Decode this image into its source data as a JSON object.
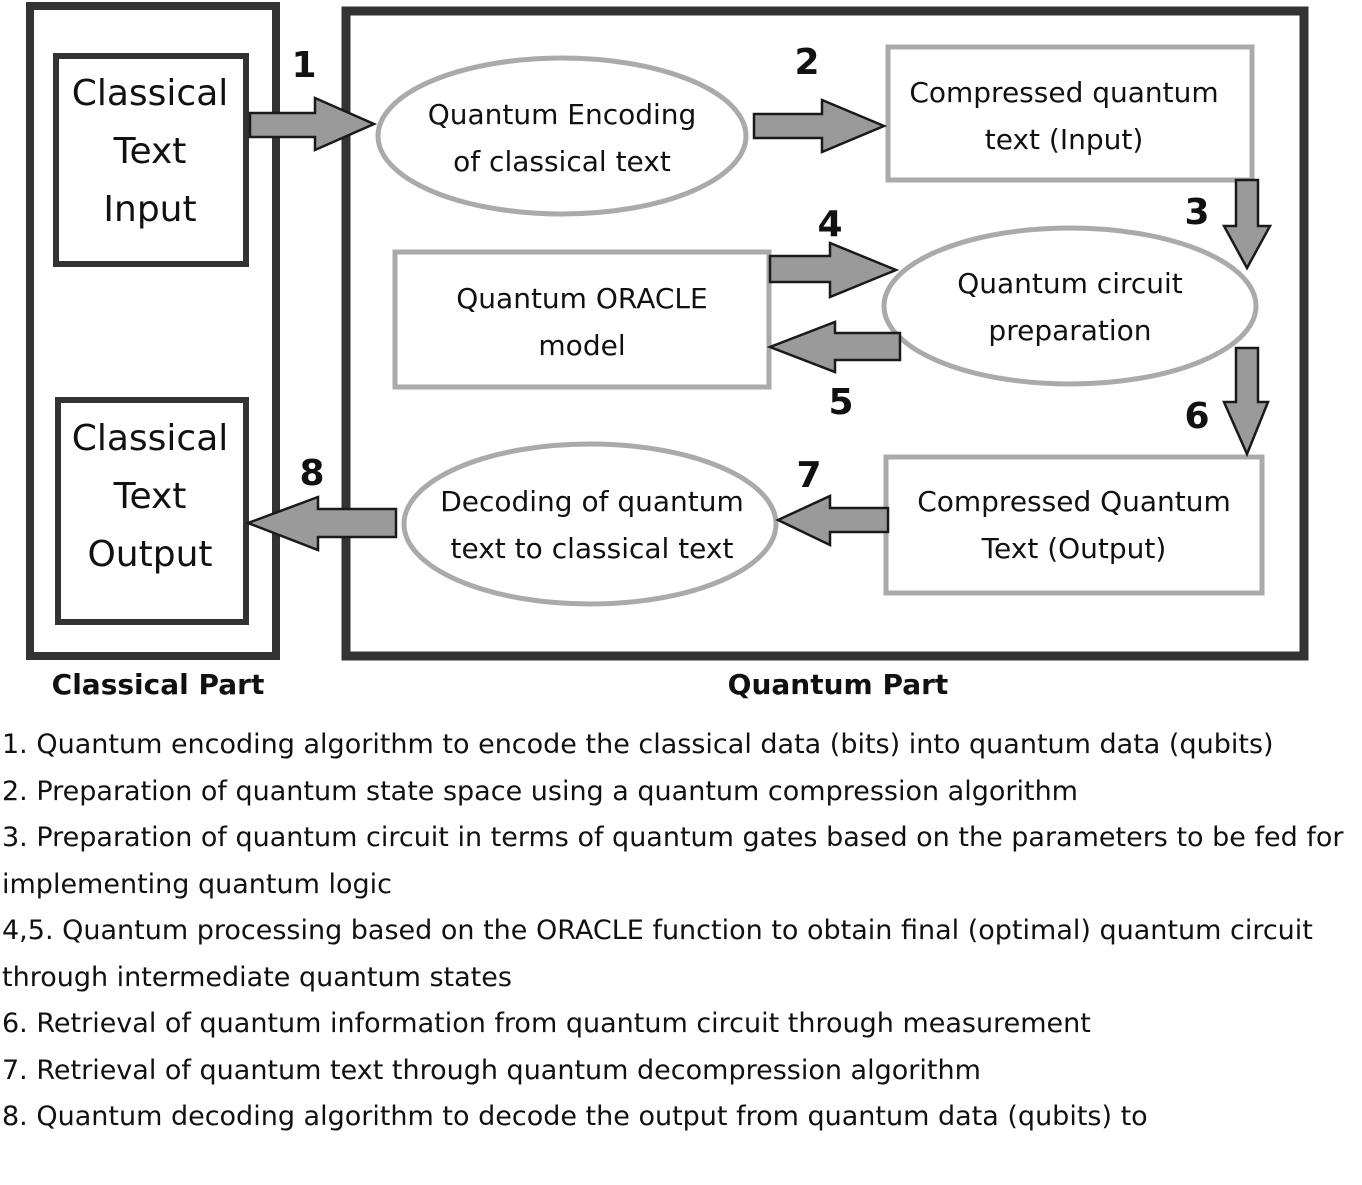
{
  "nodes": {
    "classical_input": "Classical\nText\nInput",
    "classical_output": "Classical\nText\nOutput",
    "quantum_encoding": "Quantum Encoding\nof classical text",
    "compressed_input": "Compressed quantum\ntext (Input)",
    "oracle_model": "Quantum ORACLE\nmodel",
    "circuit_prep": "Quantum circuit\npreparation",
    "compressed_output": "Compressed Quantum\nText (Output)",
    "decoding": "Decoding of quantum\ntext to classical text"
  },
  "step_labels": [
    "1",
    "2",
    "3",
    "4",
    "5",
    "6",
    "7",
    "8"
  ],
  "parts": {
    "classical": "Classical Part",
    "quantum": "Quantum Part"
  },
  "notes": [
    "1. Quantum encoding algorithm to encode the classical data (bits) into quantum data (qubits)",
    "2. Preparation of quantum state space using a quantum compression algorithm",
    "3. Preparation of quantum circuit in terms of quantum gates based on the parameters to be fed for implementing quantum logic",
    "4,5. Quantum processing based on the ORACLE function to obtain final (optimal) quantum circuit through intermediate quantum states",
    "6. Retrieval of quantum information from quantum circuit through measurement",
    "7. Retrieval of quantum text through quantum decompression algorithm",
    "8. Quantum decoding algorithm to decode the output from quantum data (qubits) to"
  ]
}
